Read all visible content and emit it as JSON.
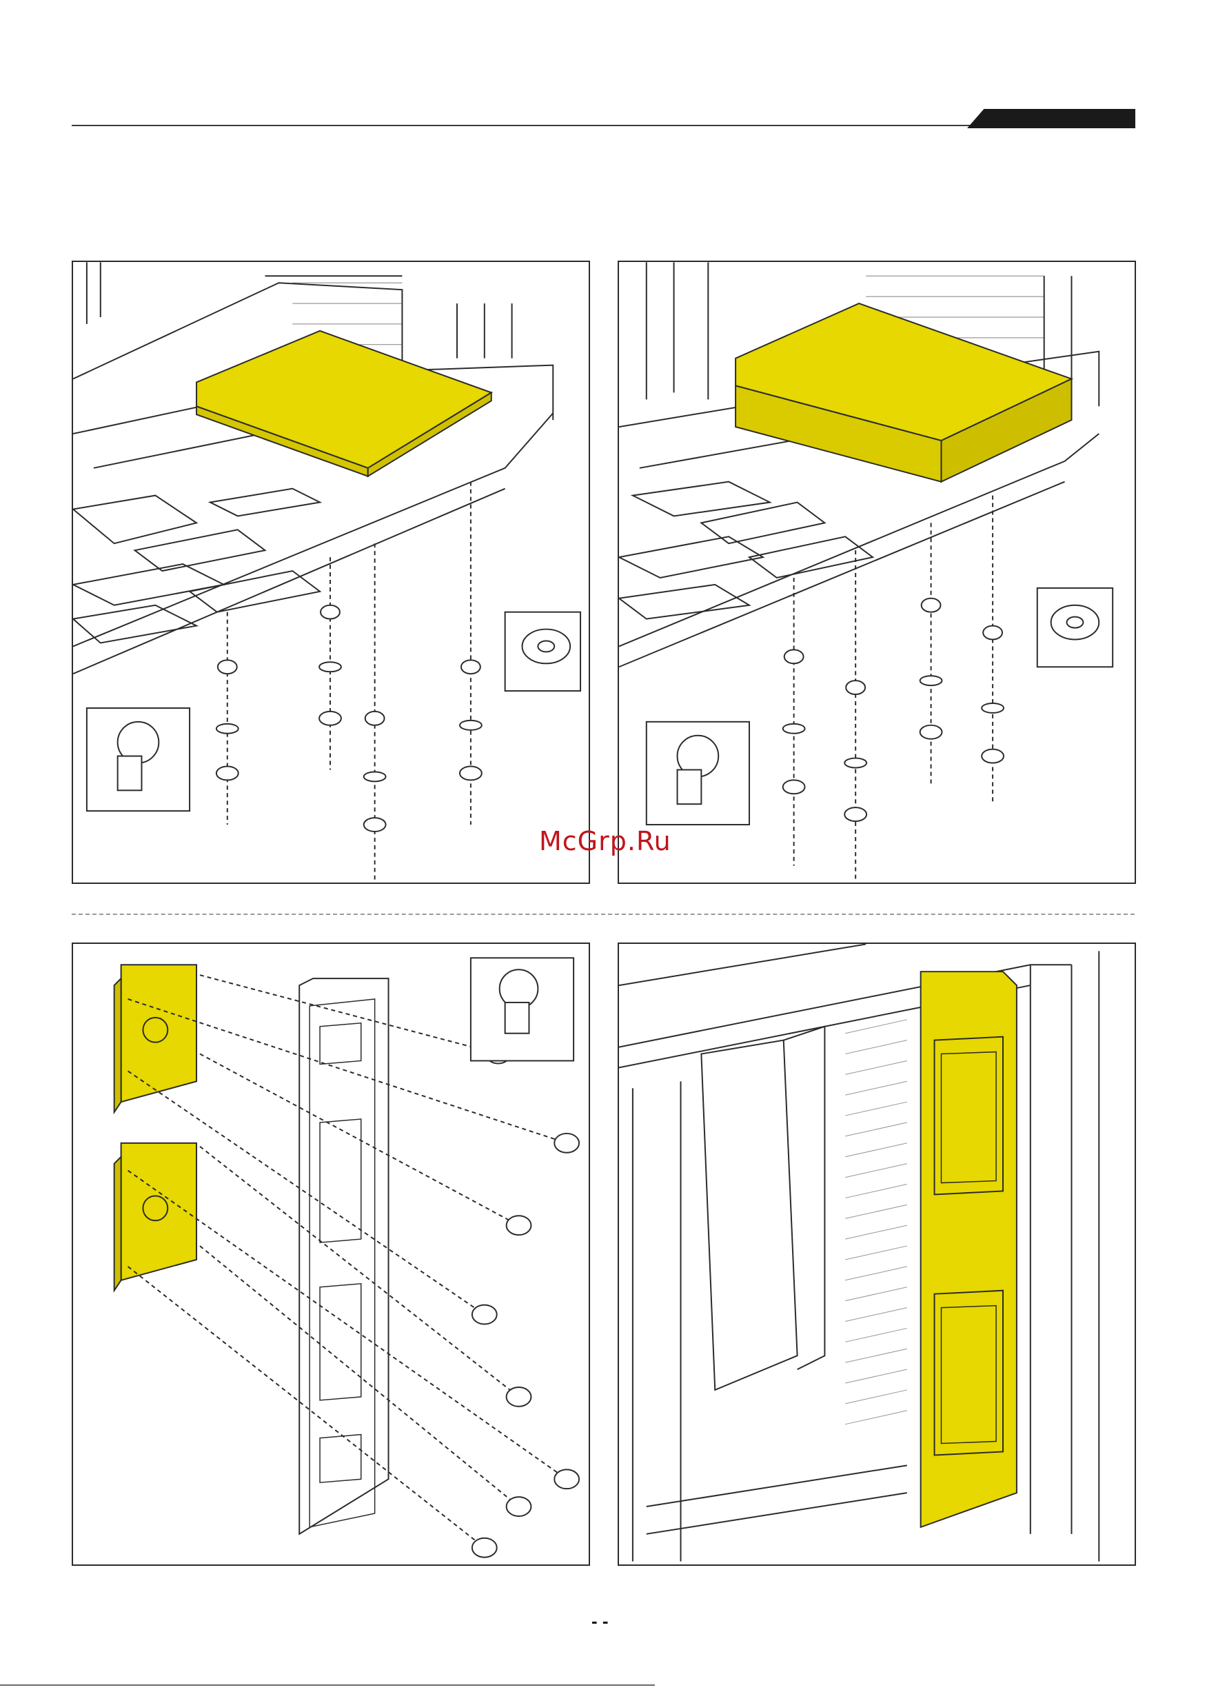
{
  "header": {
    "section_tab": ""
  },
  "watermark": {
    "text": "McGrp.Ru"
  },
  "footer": {
    "page_number": "- -"
  },
  "panels": [
    {
      "name": "hdd-install-top-left"
    },
    {
      "name": "hdd-install-top-right"
    },
    {
      "name": "ssd-bracket-exploded"
    },
    {
      "name": "ssd-bracket-installed"
    }
  ],
  "colors": {
    "highlight": "#e6d800",
    "line": "#2b2b2b",
    "background": "#ffffff"
  }
}
